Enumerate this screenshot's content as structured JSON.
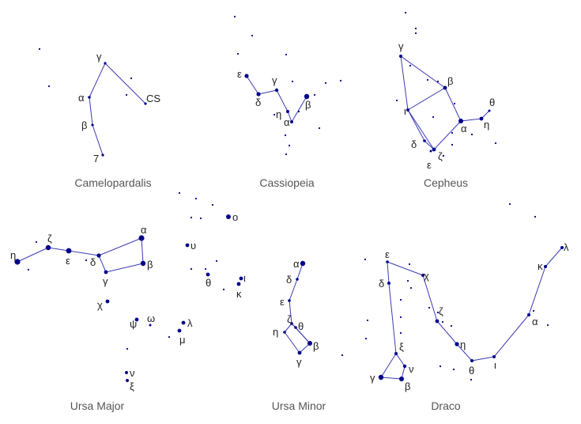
{
  "colors": {
    "line": "#3b3bb3",
    "star": "#00008b",
    "label": "#222222",
    "caption": "#555555"
  },
  "constellations": [
    {
      "name": "Camelopardalis",
      "stars": [
        {
          "id": "gamma",
          "label": "γ"
        },
        {
          "id": "alpha",
          "label": "α"
        },
        {
          "id": "beta",
          "label": "β"
        },
        {
          "id": "seven",
          "label": "7"
        },
        {
          "id": "cs",
          "label": "CS"
        }
      ]
    },
    {
      "name": "Cassiopeia",
      "stars": [
        {
          "id": "epsilon",
          "label": "ε"
        },
        {
          "id": "delta",
          "label": "δ"
        },
        {
          "id": "gamma",
          "label": "γ"
        },
        {
          "id": "eta",
          "label": "η"
        },
        {
          "id": "alpha",
          "label": "α"
        },
        {
          "id": "beta",
          "label": "β"
        }
      ]
    },
    {
      "name": "Cepheus",
      "stars": [
        {
          "id": "gamma",
          "label": "γ"
        },
        {
          "id": "beta",
          "label": "β"
        },
        {
          "id": "iota",
          "label": "ι"
        },
        {
          "id": "alpha",
          "label": "α"
        },
        {
          "id": "eta",
          "label": "η"
        },
        {
          "id": "theta",
          "label": "θ"
        },
        {
          "id": "delta",
          "label": "δ"
        },
        {
          "id": "zeta",
          "label": "ζ"
        },
        {
          "id": "epsilon",
          "label": "ε"
        }
      ]
    },
    {
      "name": "Ursa Major",
      "stars": [
        {
          "id": "eta",
          "label": "η"
        },
        {
          "id": "zeta",
          "label": "ζ"
        },
        {
          "id": "epsilon",
          "label": "ε"
        },
        {
          "id": "delta",
          "label": "δ"
        },
        {
          "id": "gamma",
          "label": "γ"
        },
        {
          "id": "beta",
          "label": "β"
        },
        {
          "id": "alpha",
          "label": "α"
        },
        {
          "id": "chi",
          "label": "χ"
        },
        {
          "id": "psi",
          "label": "ψ"
        },
        {
          "id": "omega",
          "label": "ω"
        },
        {
          "id": "lambda",
          "label": "λ"
        },
        {
          "id": "mu",
          "label": "μ"
        },
        {
          "id": "nu",
          "label": "ν"
        },
        {
          "id": "xi",
          "label": "ξ"
        },
        {
          "id": "omicron",
          "label": "ο"
        },
        {
          "id": "upsilon",
          "label": "υ"
        },
        {
          "id": "theta",
          "label": "θ"
        },
        {
          "id": "iota",
          "label": "ι"
        },
        {
          "id": "kappa",
          "label": "κ"
        }
      ]
    },
    {
      "name": "Ursa Minor",
      "stars": [
        {
          "id": "alpha",
          "label": "α"
        },
        {
          "id": "delta",
          "label": "δ"
        },
        {
          "id": "epsilon",
          "label": "ε"
        },
        {
          "id": "zeta",
          "label": "ζ"
        },
        {
          "id": "eta",
          "label": "η"
        },
        {
          "id": "theta",
          "label": "θ"
        },
        {
          "id": "beta",
          "label": "β"
        },
        {
          "id": "gamma",
          "label": "γ"
        }
      ]
    },
    {
      "name": "Draco",
      "stars": [
        {
          "id": "epsilon",
          "label": "ε"
        },
        {
          "id": "delta",
          "label": "δ"
        },
        {
          "id": "chi",
          "label": "χ"
        },
        {
          "id": "zeta",
          "label": "ζ"
        },
        {
          "id": "eta",
          "label": "η"
        },
        {
          "id": "theta",
          "label": "θ"
        },
        {
          "id": "iota",
          "label": "ι"
        },
        {
          "id": "alpha",
          "label": "α"
        },
        {
          "id": "kappa",
          "label": "κ"
        },
        {
          "id": "lambda",
          "label": "λ"
        },
        {
          "id": "xi",
          "label": "ξ"
        },
        {
          "id": "nu",
          "label": "ν"
        },
        {
          "id": "beta",
          "label": "β"
        },
        {
          "id": "gamma",
          "label": "γ"
        }
      ]
    }
  ]
}
